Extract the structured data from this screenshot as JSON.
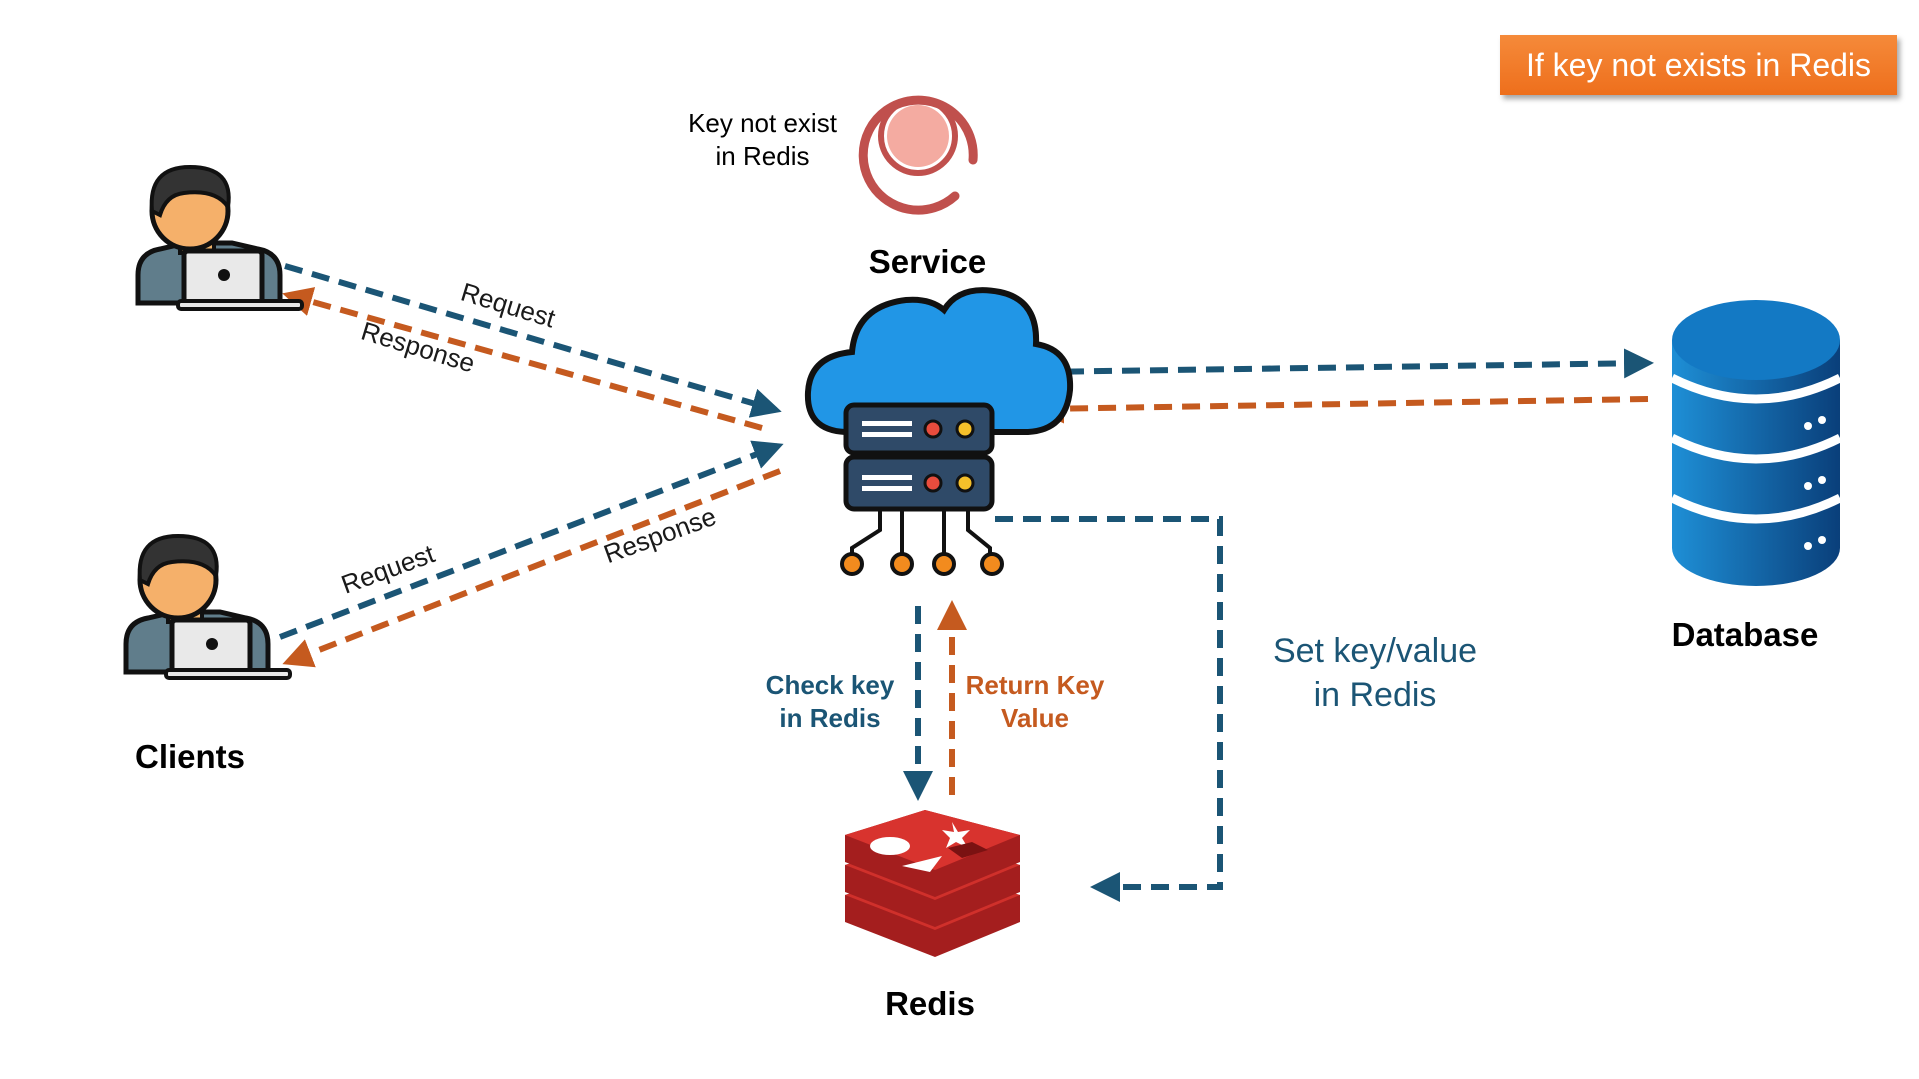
{
  "banner": {
    "text": "If key not exists in Redis"
  },
  "note": {
    "line1": "Key not exist",
    "line2": "in Redis"
  },
  "nodes": {
    "service": "Service",
    "clients": "Clients",
    "database": "Database",
    "redis": "Redis"
  },
  "edges": {
    "request_top": "Request",
    "response_top": "Response",
    "request_bottom": "Request",
    "response_bottom": "Response",
    "check_key": {
      "line1": "Check key",
      "line2": "in Redis"
    },
    "return_key": {
      "line1": "Return Key",
      "line2": "Value"
    },
    "set_key": {
      "line1": "Set key/value",
      "line2": "in Redis"
    }
  },
  "colors": {
    "request_blue": "#1b5575",
    "response_orange": "#c55a1f",
    "banner_orange": "#f07a2a",
    "redis_red": "#d0302b",
    "cloud_blue": "#2196e6",
    "server_navy": "#2f4a68",
    "database_blue": "#0a66a8",
    "pulse_red": "#c0504d"
  },
  "icons": [
    "user-laptop-icon",
    "cloud-server-icon",
    "database-icon",
    "redis-logo-icon",
    "pulse-ring-icon"
  ]
}
